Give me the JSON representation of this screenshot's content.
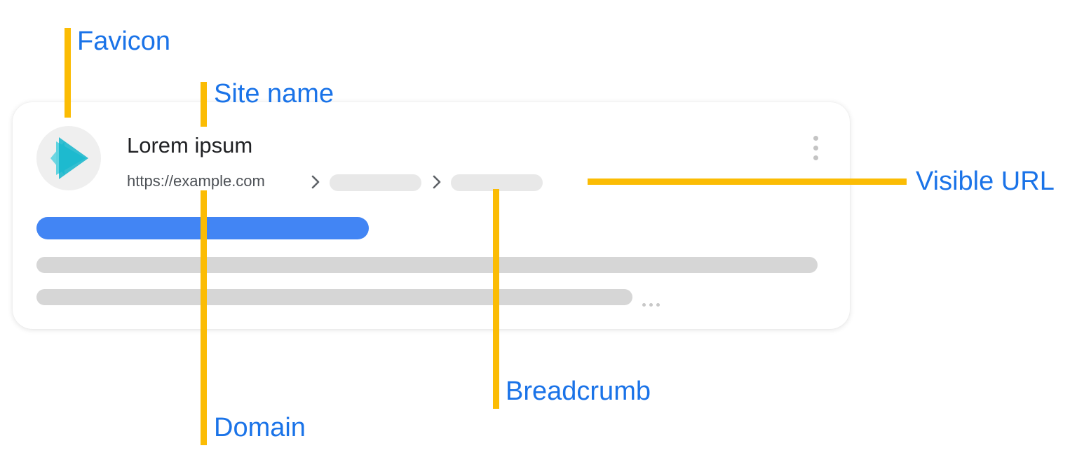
{
  "result": {
    "site_name": "Lorem ipsum",
    "domain": "https://example.com"
  },
  "callouts": {
    "favicon": "Favicon",
    "site_name": "Site name",
    "visible_url": "Visible URL",
    "breadcrumb": "Breadcrumb",
    "domain": "Domain"
  },
  "colors": {
    "callout_line": "#fbbc04",
    "callout_text": "#1a73e8",
    "title_placeholder": "#4285f4",
    "text_placeholder": "#d6d6d6",
    "breadcrumb_placeholder": "#e8e8e8",
    "favicon_bg": "#efefef",
    "favicon_dark": "#12b5cb",
    "favicon_light": "#5fd3e0"
  },
  "icons": {
    "favicon": "play-icon",
    "menu": "more-vert-icon",
    "separator": "chevron-right-icon"
  }
}
